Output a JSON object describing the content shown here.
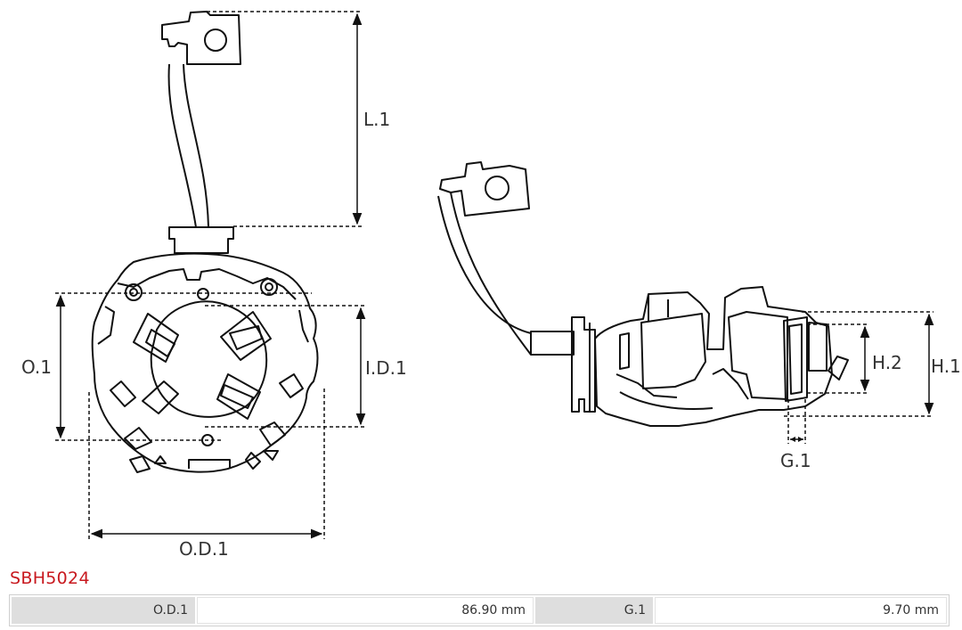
{
  "drawing": {
    "labels": {
      "l1": "L.1",
      "o1": "O.1",
      "id1": "I.D.1",
      "od1": "O.D.1",
      "h1": "H.1",
      "h2": "H.2",
      "g1": "G.1"
    }
  },
  "product": {
    "code": "SBH5024",
    "code_color": "#c8191f"
  },
  "specs": [
    {
      "key": "O.D.1",
      "value": "86.90 mm"
    },
    {
      "key": "G.1",
      "value": "9.70 mm"
    }
  ]
}
